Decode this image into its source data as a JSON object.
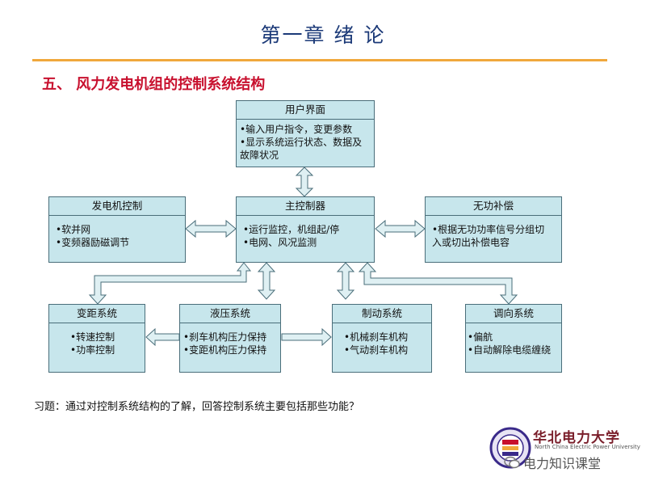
{
  "header": {
    "title": "第一章 绪  论",
    "subtitle": "五、 风力发电机组的控制系统结构"
  },
  "boxes": {
    "user_interface": {
      "title": "用户界面",
      "lines": [
        "•输入用户指令，变更参数",
        "•显示系统运行状态、数据及故障状况"
      ]
    },
    "generator_control": {
      "title": "发电机控制",
      "lines": [
        "•软并网",
        "•变频器励磁调节"
      ]
    },
    "main_controller": {
      "title": "主控制器",
      "lines": [
        "•运行监控，机组起/停",
        "•电网、风况监测"
      ]
    },
    "reactive_compensation": {
      "title": "无功补偿",
      "lines": [
        "•根据无功功率信号分组切入或切出补偿电容"
      ]
    },
    "pitch_system": {
      "title": "变距系统",
      "lines": [
        "•转速控制",
        "•功率控制"
      ]
    },
    "hydraulic_system": {
      "title": "液压系统",
      "lines": [
        "•刹车机构压力保持",
        "•变距机构压力保持"
      ]
    },
    "brake_system": {
      "title": "制动系统",
      "lines": [
        "•机械刹车机构",
        "•气动刹车机构"
      ]
    },
    "yaw_system": {
      "title": "调向系统",
      "lines": [
        "•偏航",
        "•自动解除电缆缠绕"
      ]
    }
  },
  "exercise": "习题：通过对控制系统结构的了解，回答控制系统主要包括那些功能？",
  "branding": {
    "university_name": "华北电力大学",
    "university_name_en": "North China Electric Power University",
    "watermark": "电力知识课堂"
  },
  "colors": {
    "title": "#1c3a78",
    "subtitle": "#c8102e",
    "rule": "#f0a83c",
    "box_fill": "#c7e6ec",
    "box_border": "#4a6e7a",
    "arrow_fill": "#dff0f3"
  }
}
